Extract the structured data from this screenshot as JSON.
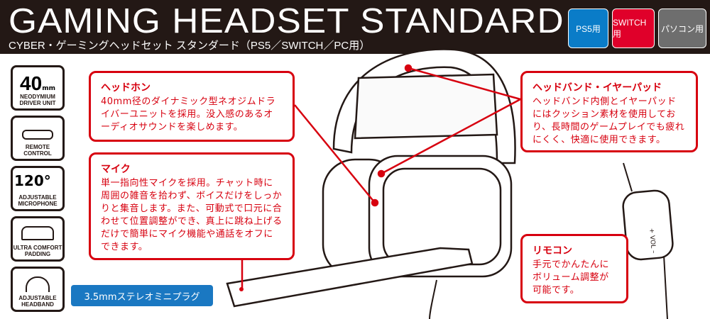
{
  "header": {
    "title": "GAMING HEADSET STANDARD",
    "subtitle": "CYBER・ゲーミングヘッドセット スタンダード（PS5／SWITCH／PC用）",
    "badges": [
      {
        "label": "PS5用",
        "color": "#0a7cc8"
      },
      {
        "label": "SWITCH用",
        "color": "#e0002a"
      },
      {
        "label": "パソコン用",
        "color": "#6e6e6e"
      }
    ]
  },
  "features": [
    {
      "big": "40",
      "unit": "mm",
      "label1": "NEODYMIUM",
      "label2": "DRIVER UNIT"
    },
    {
      "label1": "REMOTE",
      "label2": "CONTROL"
    },
    {
      "big": "120°",
      "label1": "ADJUSTABLE",
      "label2": "MICROPHONE"
    },
    {
      "label1": "ULTRA COMFORT",
      "label2": "PADDING"
    },
    {
      "label1": "ADJUSTABLE",
      "label2": "HEADBAND"
    }
  ],
  "callouts": {
    "headphone": {
      "title": "ヘッドホン",
      "body": "40mm径のダイナミック型ネオジムドライバーユニットを採用。没入感のあるオーディオサウンドを楽しめます。"
    },
    "mic": {
      "title": "マイク",
      "body": "単一指向性マイクを採用。チャット時に周囲の雑音を拾わず、ボイスだけをしっかりと集音します。また、可動式で口元に合わせて位置調整ができ、真上に跳ね上げるだけで簡単にマイク機能や通話をオフにできます。"
    },
    "headband": {
      "title": "ヘッドバンド・イヤーパッド",
      "body": "ヘッドバンド内側とイヤーパッドにはクッション素材を使用しており、長時間のゲームプレイでも疲れにくく、快適に使用できます。"
    },
    "remote": {
      "title": "リモコン",
      "body": "手元でかんたんにボリューム調整が可能です。"
    }
  },
  "plug_label": "3.5mmステレオミニプラグ",
  "remote_label": "+ VOL –",
  "accent": "#d7000f"
}
